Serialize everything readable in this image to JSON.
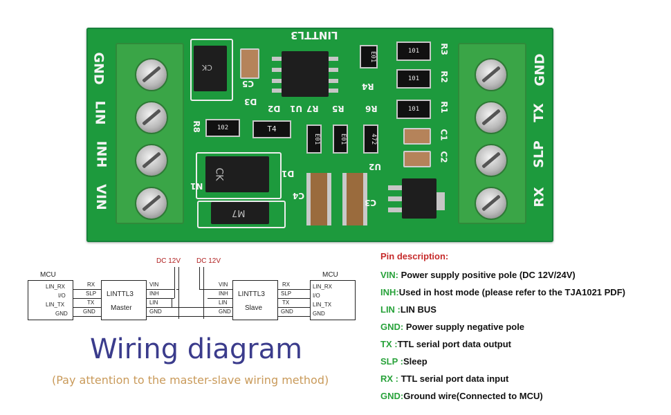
{
  "board": {
    "name": "LINTTL3",
    "left_pins": [
      "GND",
      "LIN",
      "INH",
      "VIN"
    ],
    "right_pins": [
      "GND",
      "TX",
      "SLP",
      "RX"
    ],
    "components": {
      "d2_chip": "CK",
      "d1_chip": "CK",
      "m7_diode": "M7",
      "t4_diode": "T4",
      "r1": "101",
      "r2": "101",
      "r3": "101",
      "r4": "E01",
      "r5": "E01",
      "r7": "E01",
      "r6": "472",
      "r8": "102"
    },
    "silk": {
      "c5": "C5",
      "d3": "D3",
      "d2": "D2",
      "u1": "U1",
      "r7": "R7",
      "r5": "R5",
      "r6": "R6",
      "r8": "R8",
      "r4": "R4",
      "r3": "R3",
      "r2": "R2",
      "r1": "R1",
      "c1": "C1",
      "c2": "C2",
      "u2": "U2",
      "c3": "C3",
      "c4": "C4",
      "d1": "D1",
      "n1": "N1"
    }
  },
  "wiring": {
    "mcu_label": "MCU",
    "dc_label": "DC 12V",
    "mcu_pins": [
      "LIN_RX",
      "I/O",
      "LIN_TX",
      "GND"
    ],
    "ttl_pins": [
      "RX",
      "SLP",
      "TX",
      "GND"
    ],
    "lin_pins": [
      "VIN",
      "INH",
      "LIN",
      "GND"
    ],
    "chip_name": "LINTTL3",
    "master_label": "Master",
    "slave_label": "Slave"
  },
  "title": "Wiring diagram",
  "subtitle": "(Pay attention to the master-slave wiring method)",
  "pin_description": {
    "heading": "Pin description:",
    "rows": [
      {
        "key": "VIN:",
        "value": " Power supply positive pole (DC 12V/24V)"
      },
      {
        "key": "INH:",
        "value": "Used in host mode (please refer to the TJA1021 PDF)"
      },
      {
        "key": "LIN :",
        "value": "LIN BUS"
      },
      {
        "key": "GND:",
        "value": " Power supply negative pole"
      },
      {
        "key": "TX :",
        "value": "TTL serial port data output"
      },
      {
        "key": "SLP :",
        "value": "Sleep"
      },
      {
        "key": "RX :",
        "value": " TTL serial port data input"
      },
      {
        "key": "GND:",
        "value": "Ground wire(Connected to MCU)"
      }
    ]
  },
  "colors": {
    "pcb": "#1d9a3d",
    "terminal": "#3aa547",
    "title": "#3b3c8c",
    "subtitle": "#c99a5a",
    "heading": "#c62a2a",
    "key": "#28a23a"
  }
}
